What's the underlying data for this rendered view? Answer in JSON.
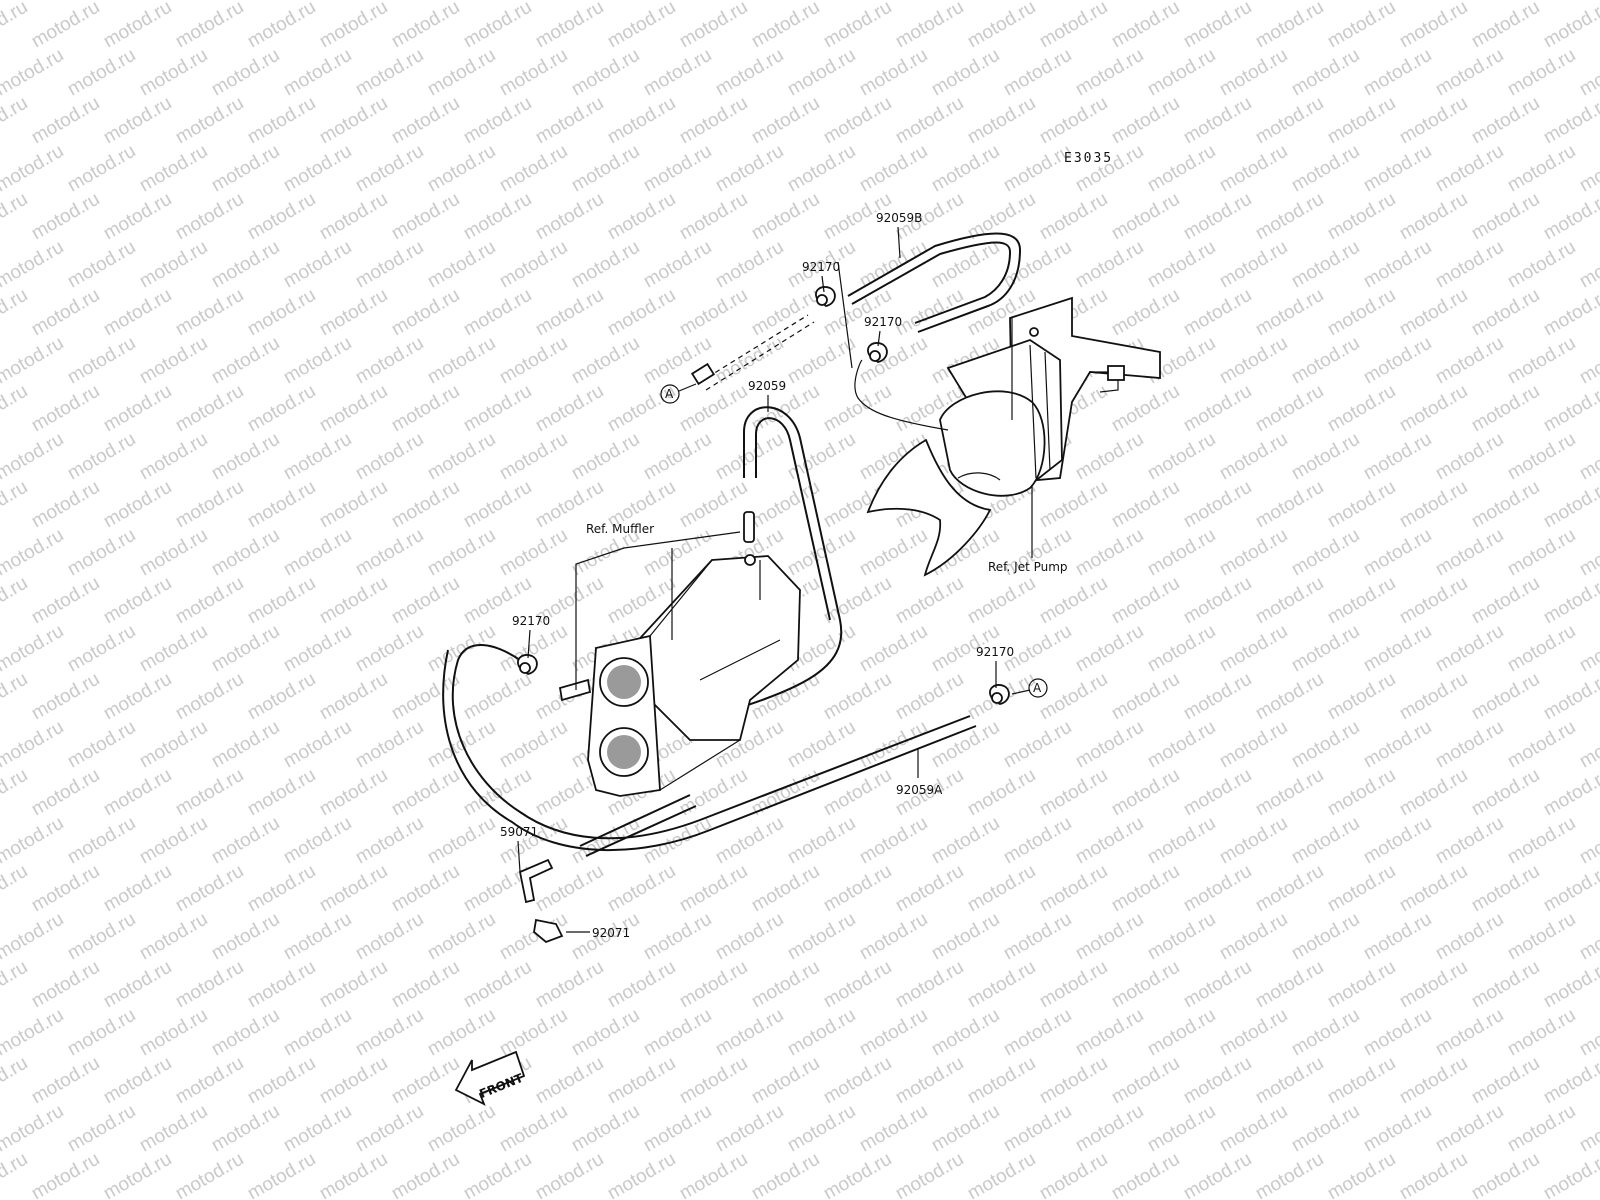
{
  "watermark": {
    "text": "motod.ru"
  },
  "diagram_code": "E3035",
  "labels": {
    "hose_b": "92059B",
    "clamp_top_1": "92170",
    "clamp_top_2": "92170",
    "hose_main": "92059",
    "ref_muffler": "Ref. Muffler",
    "ref_jet_pump": "Ref. Jet Pump",
    "clamp_left": "92170",
    "clamp_right": "92170",
    "hose_a": "92059A",
    "fitting": "59071",
    "cap": "92071"
  },
  "markers": {
    "a_left": "A",
    "a_right": "A"
  },
  "front_arrow": "FRONT"
}
